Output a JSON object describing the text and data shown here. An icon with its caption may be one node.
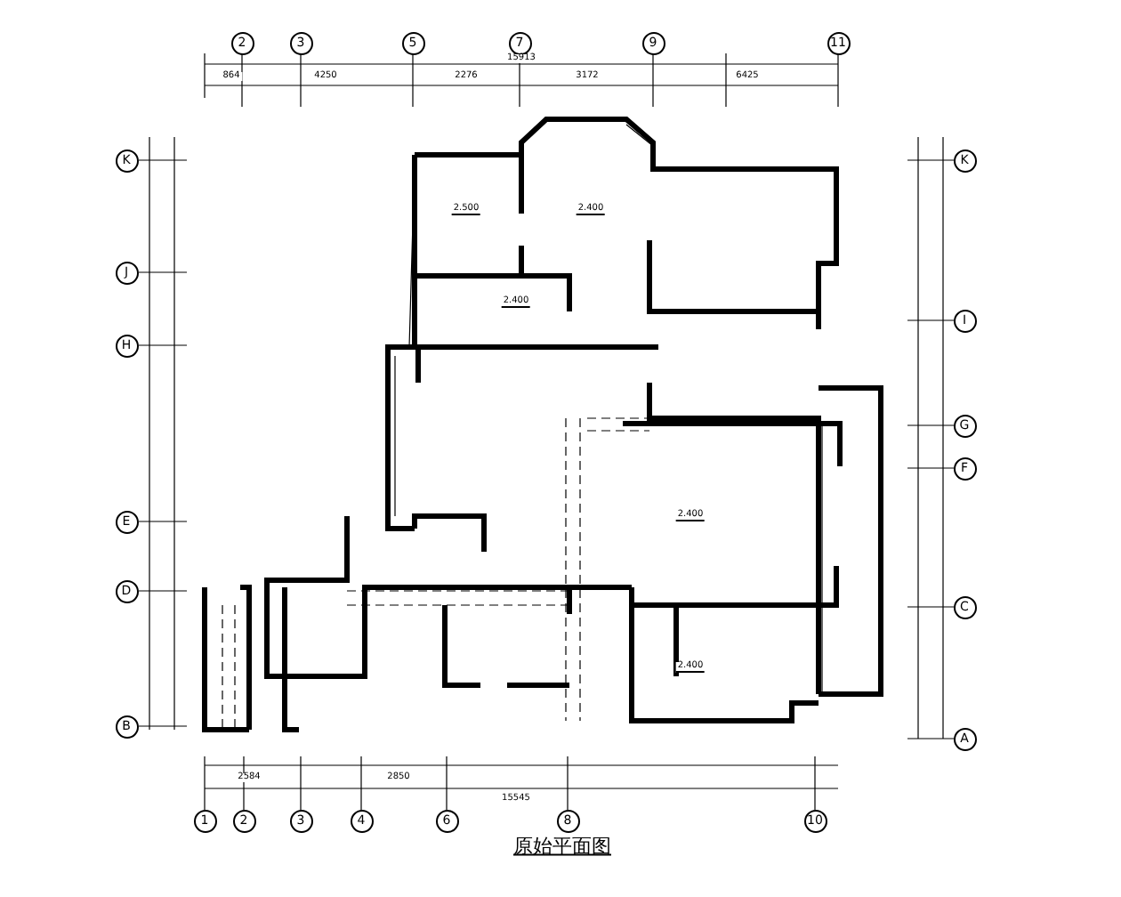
{
  "diagram": {
    "title": "原始平面图",
    "nodes": [
      {
        "text": [
          "2"
        ]
      },
      {
        "text": [
          "3"
        ]
      },
      {
        "text": [
          "5"
        ]
      },
      {
        "text": [
          "7"
        ]
      },
      {
        "text": [
          "9"
        ]
      },
      {
        "text": [
          "11"
        ]
      },
      {
        "text": [
          "K"
        ]
      },
      {
        "text": [
          "J"
        ]
      },
      {
        "text": [
          "H"
        ]
      },
      {
        "text": [
          "E"
        ]
      },
      {
        "text": [
          "D"
        ]
      },
      {
        "text": [
          "B"
        ]
      },
      {
        "text": [
          "K"
        ]
      },
      {
        "text": [
          "I"
        ]
      },
      {
        "text": [
          "G"
        ]
      },
      {
        "text": [
          "F"
        ]
      },
      {
        "text": [
          "C"
        ]
      },
      {
        "text": [
          "A"
        ]
      },
      {
        "text": [
          "1"
        ]
      },
      {
        "text": [
          "2"
        ]
      },
      {
        "text": [
          "3"
        ]
      },
      {
        "text": [
          "4"
        ]
      },
      {
        "text": [
          "6"
        ]
      },
      {
        "text": [
          "8"
        ]
      },
      {
        "text": [
          "10"
        ]
      }
    ],
    "labels": [
      "15913",
      "864",
      "4250",
      "2276",
      "3172",
      "6425",
      "2.500",
      "2.400",
      "2.400",
      "2.400",
      "2.400",
      "2584",
      "2850",
      "15545"
    ]
  }
}
